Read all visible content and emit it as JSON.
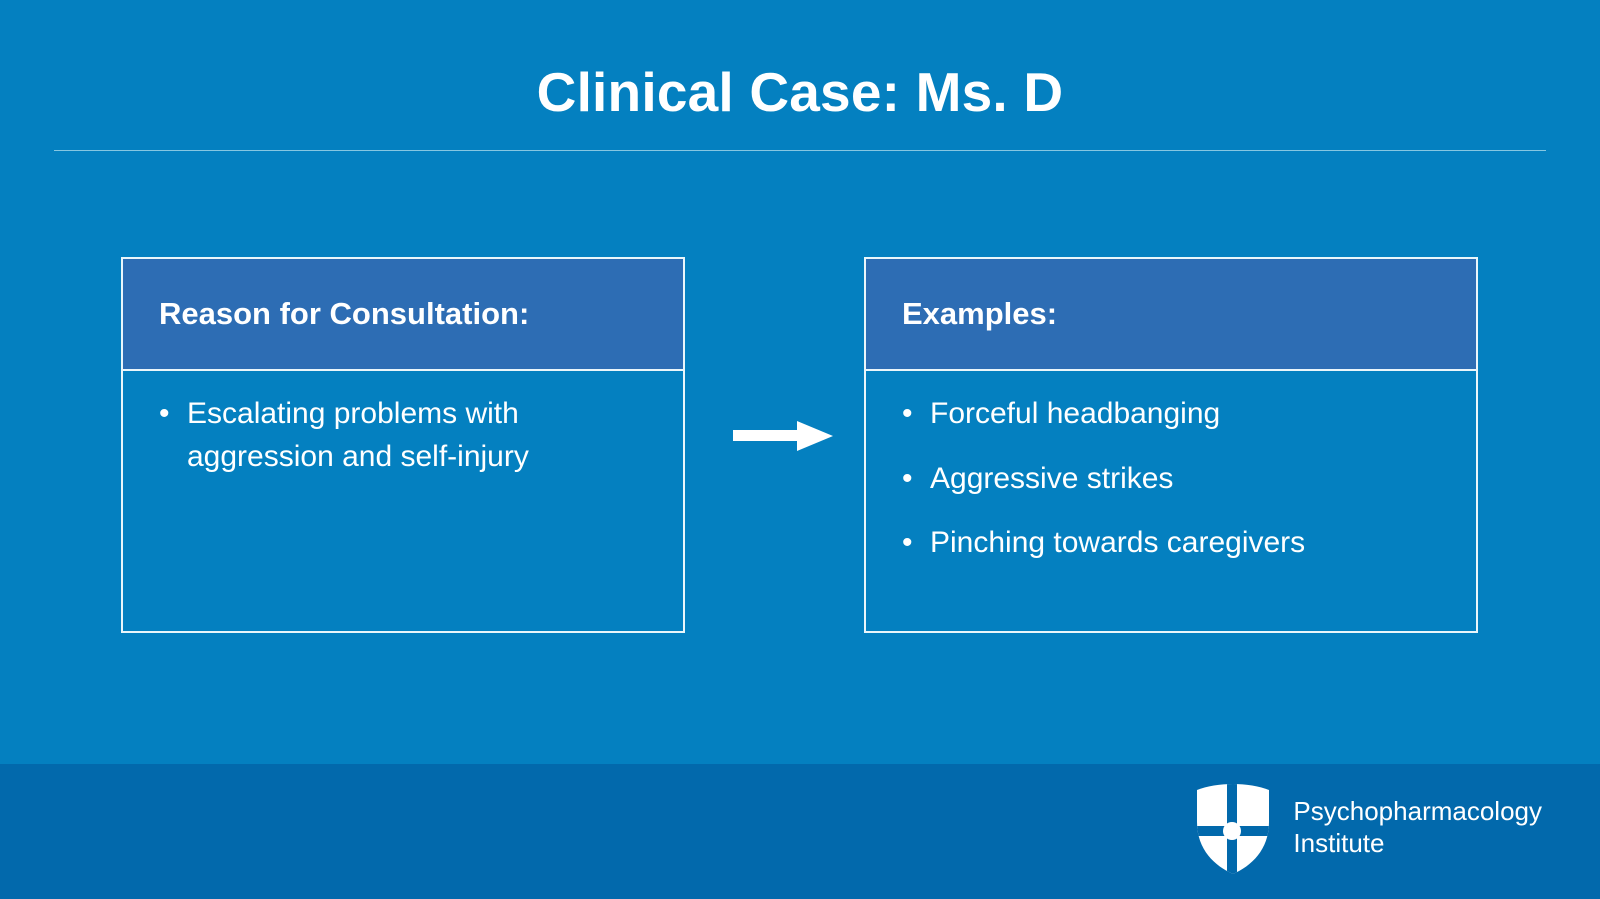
{
  "slide": {
    "title": "Clinical Case: Ms. D",
    "background_color": "#0480C0",
    "footer_color": "#0269AC",
    "panel_header_color": "#2D6DB4",
    "border_color": "#EAF6FB",
    "text_color": "#FFFFFF"
  },
  "panels": {
    "left": {
      "header": "Reason for Consultation:",
      "bullets": [
        "Escalating problems with aggression and self-injury"
      ]
    },
    "right": {
      "header": "Examples:",
      "bullets": [
        "Forceful headbanging",
        "Aggressive strikes",
        "Pinching towards caregivers"
      ]
    }
  },
  "connector": {
    "icon": "arrow-right-icon"
  },
  "bullet_glyph": "•",
  "footer": {
    "logo_icon": "shield-logo-icon",
    "brand_line1": "Psychopharmacology",
    "brand_line2": "Institute"
  }
}
